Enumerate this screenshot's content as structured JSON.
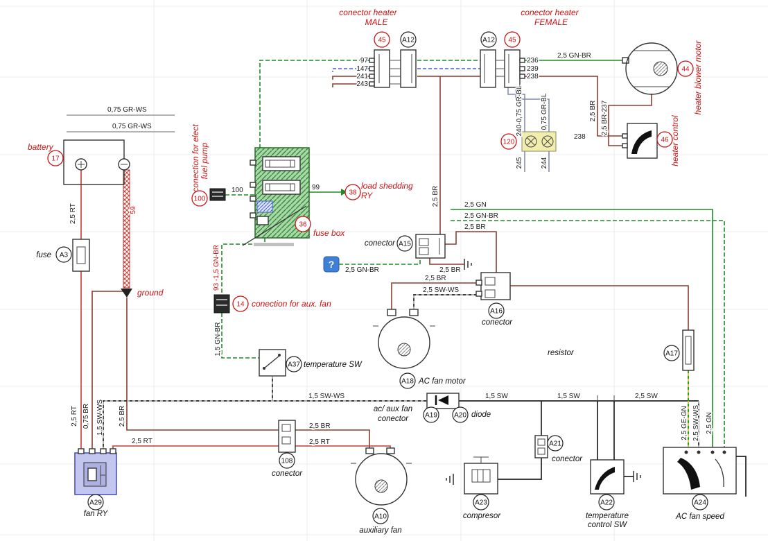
{
  "diagram": {
    "components": {
      "battery": {
        "label": "battery",
        "ref": "17"
      },
      "fuse": {
        "label": "fuse",
        "ref": "A3"
      },
      "ground": {
        "label": "ground"
      },
      "fuel_pump_conn": {
        "label_line1": "conection for elect",
        "label_line2": "fuel pump",
        "ref": "100"
      },
      "fuse_box": {
        "label": "fuse box",
        "ref": "36"
      },
      "load_shedding_ry": {
        "label_line1": "load shedding",
        "label_line2": "RY",
        "ref": "38"
      },
      "heater_conn_male": {
        "label_line1": "conector heater",
        "label_line2": "MALE",
        "ref": "45",
        "conn_ref": "A12"
      },
      "heater_conn_female": {
        "label_line1": "conector heater",
        "label_line2": "FEMALE",
        "ref": "45",
        "conn_ref": "A12"
      },
      "heater_blower_motor": {
        "label": "heater blower motor",
        "ref": "44"
      },
      "heater_control": {
        "label": "heater control",
        "ref": "46"
      },
      "bulbs": {
        "ref": "120"
      },
      "aux_fan_conn": {
        "label": "conection for aux. fan",
        "ref": "14"
      },
      "temperature_sw": {
        "label": "temperature SW",
        "ref": "A37"
      },
      "conn_a15": {
        "label": "conector",
        "ref": "A15"
      },
      "conn_a16": {
        "label": "conector",
        "ref": "A16"
      },
      "ac_fan_motor": {
        "label": "AC fan motor",
        "ref": "A18"
      },
      "resistor": {
        "label": "resistor",
        "ref": "A17"
      },
      "ac_aux_fan_conn": {
        "label_line1": "ac/ aux fan",
        "label_line2": "conector",
        "ref": "A19"
      },
      "diode": {
        "label": "diode",
        "ref": "A20"
      },
      "conn_a21": {
        "label": "conector",
        "ref": "A21"
      },
      "compressor": {
        "label": "compresor",
        "ref": "A23"
      },
      "temp_control_sw": {
        "label_line1": "temperature",
        "label_line2": "control SW",
        "ref": "A22"
      },
      "ac_fan_speed": {
        "label": "AC fan speed",
        "ref": "A24"
      },
      "fan_ry": {
        "label": "fan RY",
        "ref": "A29"
      },
      "conn_108": {
        "label": "conector",
        "ref": "108"
      },
      "auxiliary_fan": {
        "label": "auxiliary fan",
        "ref": "A10"
      },
      "unknown_marker": {
        "glyph": "?"
      }
    },
    "wire_labels": {
      "grws_a": "0,75 GR-WS",
      "grws_b": "0,75 GR-WS",
      "rt_battery": "2,5 RT",
      "n59": "59",
      "n97": "97",
      "n147": "147",
      "n241": "241",
      "n243": "243",
      "n236": "236",
      "n239": "239",
      "n238": "238",
      "gnbr_blower": "2,5 GN-BR",
      "grbl_240": "240-0,75 GR-BL",
      "grbl": "0,75 GR-BL",
      "n245": "245",
      "n244": "244",
      "br_hc": "2,5 BR",
      "br_237": "2,5 BR-237",
      "n238_hc": "238",
      "n99": "99",
      "n100": "100",
      "br_a15": "2,5 BR",
      "gn_run": "2,5 GN",
      "gnbr_run": "2,5 GN-BR",
      "br_run": "2,5 BR",
      "gnbr_q": "2,5 GN-BR",
      "br_gnd": "2,5 BR",
      "br_a16": "2,5 BR",
      "swws_a16": "2,5 SW-WS",
      "gnbr_93": "93 -1,5 GN-BR",
      "gnbr_14": "1,5 GN-BR",
      "swws_run": "1,5 SW-WS",
      "sw_a": "1,5 SW",
      "sw_b": "1,5 SW",
      "sw_c": "2,5 SW",
      "gegn": "2,5 GE-GN",
      "swws_a24": "2,5 SW-WS",
      "gn_a24": "2,5 GN",
      "br_108": "2,5 BR",
      "rt_108": "2,5 RT",
      "rt_relay": "2,5 RT",
      "rt_v": "2,5 RT",
      "br_075": "0,75 BR",
      "swws_v": "1,5 SW-WS",
      "br_v": "2,5 BR"
    },
    "colors": {
      "annotation_red": "#cc1111",
      "wire_brown": "#8a3c2e",
      "wire_red": "#c23b33",
      "wire_green": "#1e8a22",
      "wire_blue": "#4a5fd0",
      "wire_gray": "#999999",
      "fuse_box_green": "#8fcf8f",
      "relay_blue": "#c3c6ee",
      "bulb_yellow": "#f2ecad",
      "marker_blue": "#3f7fd6"
    }
  }
}
